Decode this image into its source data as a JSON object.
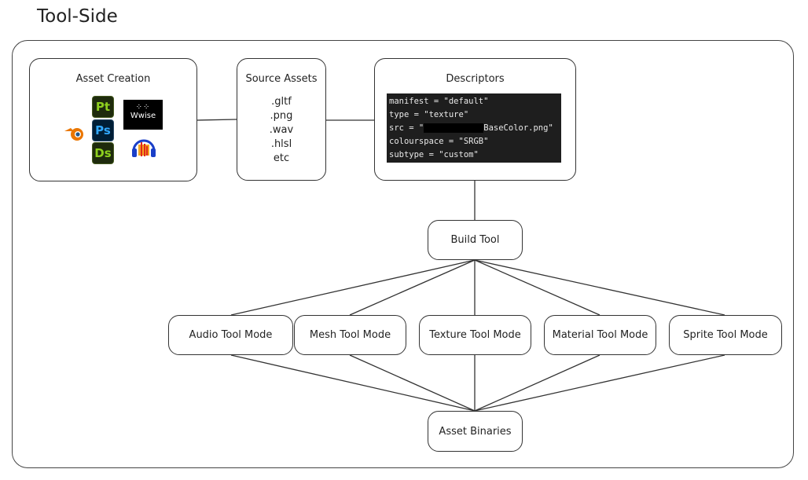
{
  "title": "Tool-Side",
  "asset_creation": {
    "label": "Asset Creation",
    "icons": [
      "blender-icon",
      "photoshop-icon",
      "painter-icon",
      "designer-icon",
      "wwise-icon",
      "audacity-icon"
    ],
    "pt": "Pt",
    "ps": "Ps",
    "ds": "Ds",
    "wwise": "Wwise"
  },
  "source_assets": {
    "label": "Source Assets",
    "extensions": [
      ".gltf",
      ".png",
      ".wav",
      ".hlsl",
      "etc"
    ]
  },
  "descriptors": {
    "label": "Descriptors",
    "code": {
      "line1": "manifest = \"default\"",
      "line2": "type = \"texture\"",
      "line3_prefix": "src = \"",
      "line3_suffix": "BaseColor.png\"",
      "line4": "colourspace = \"SRGB\"",
      "line5": "subtype = \"custom\""
    }
  },
  "build_tool": "Build Tool",
  "modes": [
    "Audio Tool Mode",
    "Mesh Tool Mode",
    "Texture Tool Mode",
    "Material Tool Mode",
    "Sprite Tool Mode"
  ],
  "asset_binaries": "Asset Binaries"
}
